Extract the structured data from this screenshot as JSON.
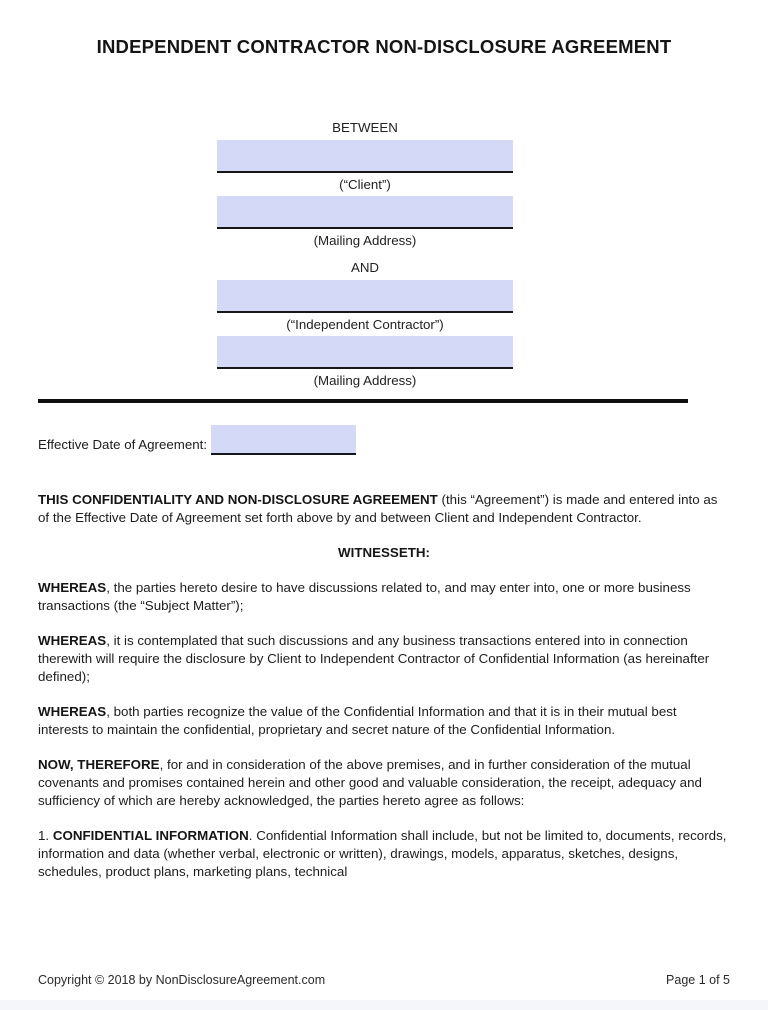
{
  "document": {
    "title": "INDEPENDENT CONTRACTOR NON-DISCLOSURE AGREEMENT",
    "parties": {
      "between_label": "BETWEEN",
      "and_label": "AND",
      "client": {
        "name_value": "",
        "name_caption": "(“Client”)",
        "address_value": "",
        "address_caption": "(Mailing Address)"
      },
      "contractor": {
        "name_value": "",
        "name_caption": "(“Independent Contractor”)",
        "address_value": "",
        "address_caption": "(Mailing Address)"
      }
    },
    "effective_date": {
      "label": "Effective Date of Agreement:",
      "value": ""
    },
    "intro": {
      "lead": "THIS CONFIDENTIALITY AND NON-DISCLOSURE AGREEMENT",
      "rest": " (this “Agreement”) is made and entered into as of the Effective Date of Agreement set forth above by and between Client and Independent Contractor."
    },
    "witnesseth_heading": "WITNESSETH:",
    "whereas_clauses": [
      {
        "lead": "WHEREAS",
        "rest": ", the parties hereto desire to have discussions related to, and may enter into, one or more business transactions (the “Subject Matter”);"
      },
      {
        "lead": "WHEREAS",
        "rest": ", it is contemplated that such discussions and any business transactions entered into in connection therewith will require the disclosure by Client to Independent Contractor of Confidential Information (as hereinafter defined);"
      },
      {
        "lead": "WHEREAS",
        "rest": ", both parties recognize the value of the Confidential Information and that it is in their mutual best interests to maintain the confidential, proprietary and secret nature of the Confidential Information."
      }
    ],
    "now_therefore": {
      "lead": "NOW, THEREFORE",
      "rest": ", for and in consideration of the above premises, and in further consideration of the mutual covenants and promises contained herein and other good and valuable consideration, the receipt, adequacy and sufficiency of which are hereby acknowledged, the parties hereto agree as follows:"
    },
    "sections": [
      {
        "number": "1. ",
        "heading": "CONFIDENTIAL INFORMATION",
        "body": ". Confidential Information shall include, but not be limited to, documents, records, information and data (whether verbal, electronic or written), drawings, models, apparatus, sketches, designs, schedules, product plans, marketing plans, technical"
      }
    ],
    "footer": {
      "copyright": "Copyright © 2018 by NonDisclosureAgreement.com",
      "page_indicator": "Page 1 of 5"
    }
  },
  "colors": {
    "field_fill": "#d3d9f7",
    "field_underline": "#17171b",
    "divider": "#0f0f0f",
    "bottom_band": "#f4f6f9",
    "text": "#1d1d1d"
  }
}
